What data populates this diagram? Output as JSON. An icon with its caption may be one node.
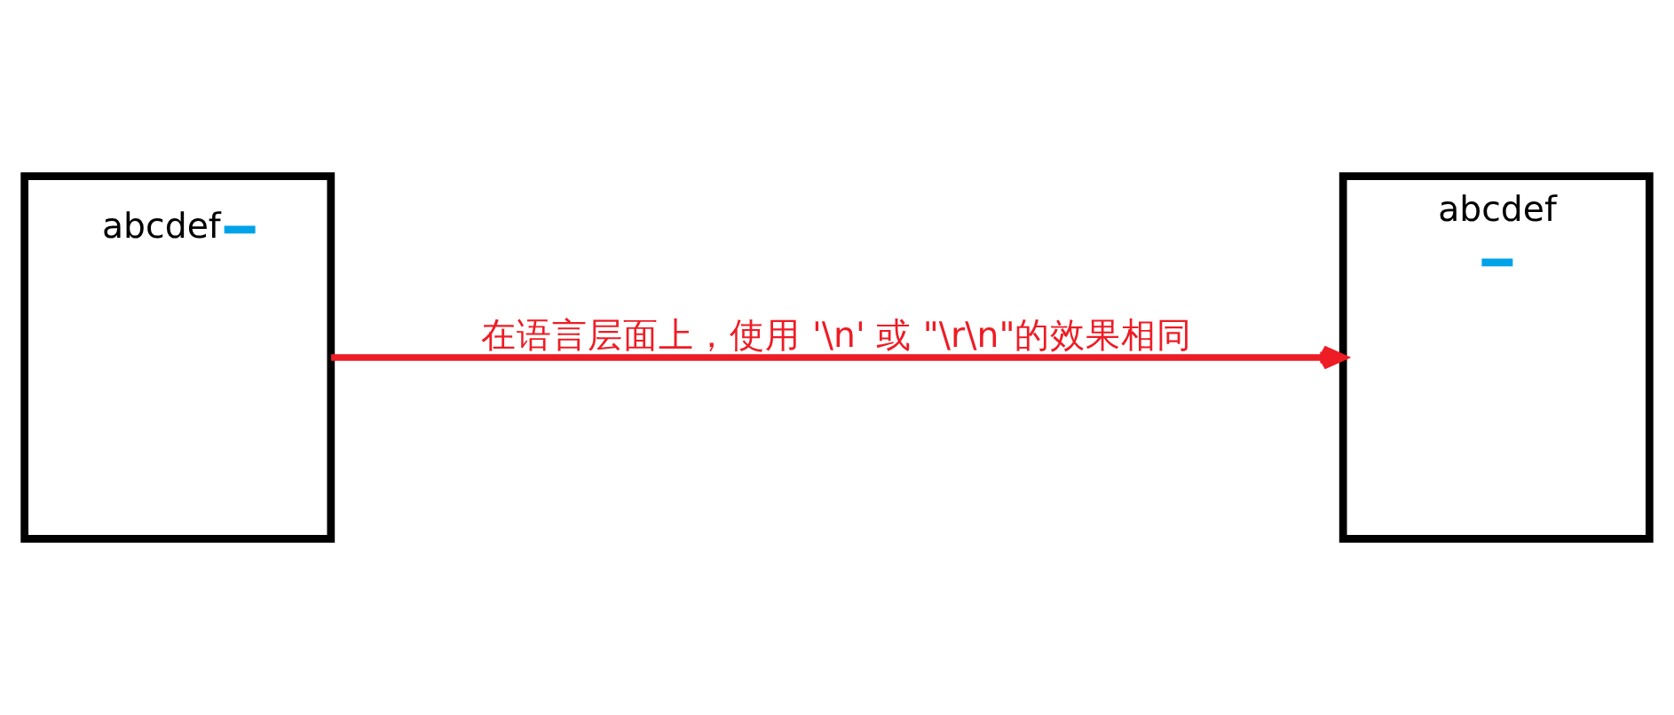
{
  "diagram": {
    "nodes": [
      {
        "text": [
          "abcdef"
        ]
      },
      {
        "text": [
          "abcdef"
        ]
      }
    ],
    "edges": [
      {
        "from": 0,
        "to": 1,
        "arrow": "to",
        "label": "在语言层面上，使用 '\\n' 或 \"\\r\\n\"的效果相同",
        "color": "#ee1c25"
      }
    ]
  }
}
